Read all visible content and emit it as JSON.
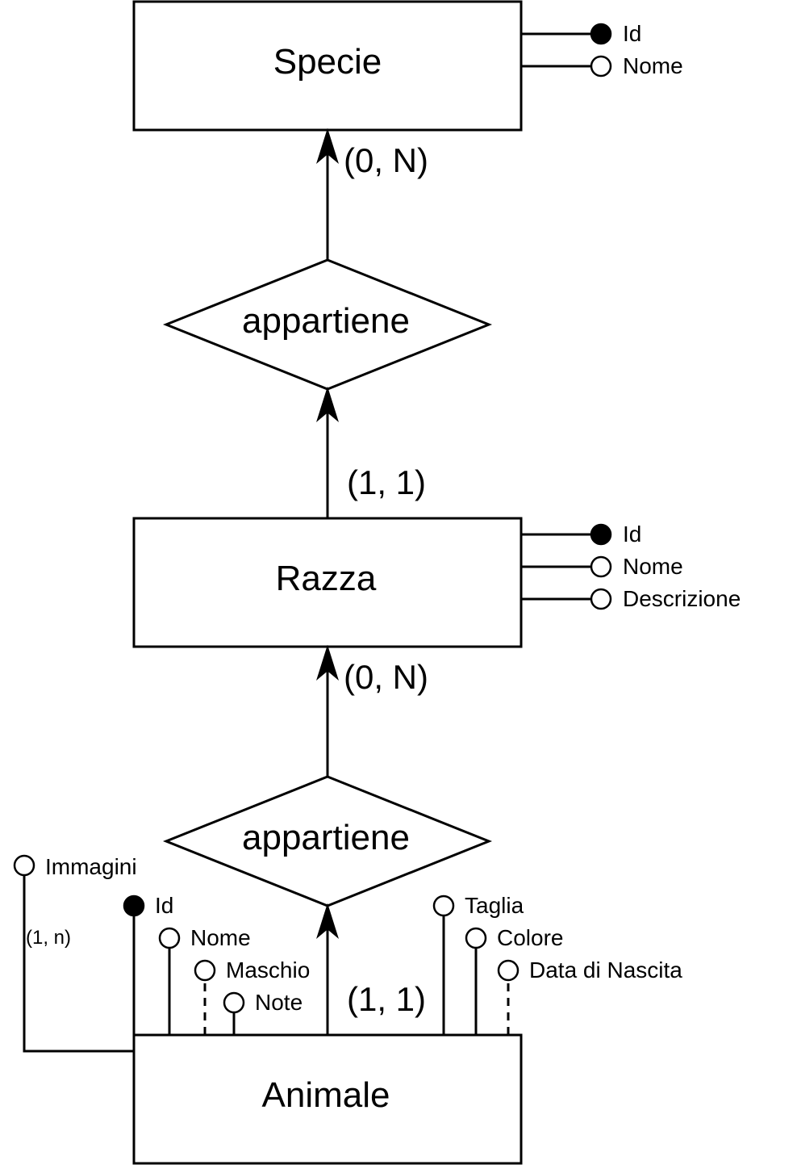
{
  "entities": {
    "specie": {
      "name": "Specie",
      "attributes": [
        {
          "name": "Id",
          "key": true
        },
        {
          "name": "Nome",
          "key": false
        }
      ]
    },
    "razza": {
      "name": "Razza",
      "attributes": [
        {
          "name": "Id",
          "key": true
        },
        {
          "name": "Nome",
          "key": false
        },
        {
          "name": "Descrizione",
          "key": false
        }
      ]
    },
    "animale": {
      "name": "Animale",
      "attributes": [
        {
          "name": "Immagini",
          "key": false,
          "cardinality": "(1, n)"
        },
        {
          "name": "Id",
          "key": true
        },
        {
          "name": "Nome",
          "key": false
        },
        {
          "name": "Maschio",
          "key": false,
          "optional": true
        },
        {
          "name": "Note",
          "key": false
        },
        {
          "name": "Taglia",
          "key": false
        },
        {
          "name": "Colore",
          "key": false
        },
        {
          "name": "Data di Nascita",
          "key": false,
          "optional": true
        }
      ]
    }
  },
  "relationships": [
    {
      "name": "appartiene",
      "card_top": "(0, N)",
      "card_bottom": "(1, 1)"
    },
    {
      "name": "appartiene",
      "card_top": "(0, N)",
      "card_bottom": "(1, 1)"
    }
  ]
}
